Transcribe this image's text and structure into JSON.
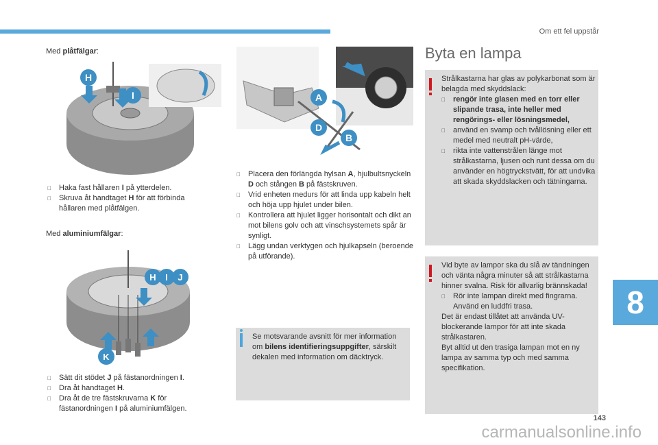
{
  "header": {
    "section": "Om ett fel uppstår"
  },
  "chapter": "8",
  "page_number": "143",
  "watermark": "carmanualsonline.info",
  "col1": {
    "intro1_prefix": "Med ",
    "intro1_bold": "plåtfälgar",
    "intro1_suffix": ":",
    "list1": [
      {
        "a": "Haka fast hållaren ",
        "b": "I",
        "c": " på ytterdelen."
      },
      {
        "a": "Skruva åt handtaget ",
        "b": "H",
        "c": " för att förbinda hållaren med plåtfälgen."
      }
    ],
    "intro2_prefix": "Med ",
    "intro2_bold": "aluminiumfälgar",
    "intro2_suffix": ":",
    "list2": [
      {
        "a": "Sätt dit stödet ",
        "b": "J",
        "c": " på fästanordningen ",
        "d": "I",
        "e": "."
      },
      {
        "a": "Dra åt handtaget ",
        "b": "H",
        "c": "."
      },
      {
        "a": "Dra åt de tre fästskruvarna ",
        "b": "K",
        "c": " för fästanordningen ",
        "d": "I",
        "e": " på aluminiumfälgen."
      }
    ],
    "fig1_labels": [
      "H",
      "I"
    ],
    "fig2_labels": [
      "H",
      "I",
      "J",
      "K"
    ]
  },
  "col2": {
    "fig_labels": [
      "A",
      "D",
      "B"
    ],
    "list": [
      {
        "a": "Placera den förlängda hylsan ",
        "b": "A",
        "c": ", hjulbultsnyckeln ",
        "d": "D",
        "e": " och stången ",
        "f": "B",
        "g": " på fästskruven."
      },
      {
        "a": "Vrid enheten medurs för att linda upp kabeln helt och höja upp hjulet under bilen."
      },
      {
        "a": "Kontrollera att hjulet ligger horisontalt och dikt an mot bilens golv och att vinschsystemets spår är synligt."
      },
      {
        "a": "Lägg undan verktygen och hjulkapseln (beroende på utförande)."
      }
    ],
    "info": {
      "a": "Se motsvarande avsnitt för mer information om ",
      "b": "bilens identifieringsuppgifter",
      "c": ", särskilt dekalen med information om däcktryck."
    }
  },
  "col3": {
    "title": "Byta en lampa",
    "warn1": {
      "intro": "Strålkastarna har glas av polykarbonat som är belagda med skyddslack:",
      "items": [
        {
          "b": "rengör inte glasen med en torr eller slipande trasa, inte heller med rengörings- eller lösningsmedel,"
        },
        {
          "a": "använd en svamp och tvållösning eller ett medel med neutralt pH-värde,"
        },
        {
          "a": "rikta inte vattenstrålen länge mot strålkastarna, ljusen och runt dessa om du använder en högtryckstvätt, för att undvika att skada skyddslacken och tätningarna."
        }
      ]
    },
    "warn2": {
      "p1": "Vid byte av lampor ska du slå av tändningen och vänta några minuter så att strålkastarna hinner svalna. Risk för allvarlig brännskada!",
      "item": "Rör inte lampan direkt med fingrarna. Använd en luddfri trasa.",
      "p2": "Det är endast tillåtet att använda UV-blockerande lampor för att inte skada strålkastaren.",
      "p3": "Byt alltid ut den trasiga lampan mot en ny lampa av samma typ och med samma specifikation."
    }
  },
  "colors": {
    "accent": "#5aa9dc",
    "badge": "#3d8fc4",
    "warning": "#d0181e",
    "note_bg": "#dcdcdc"
  }
}
